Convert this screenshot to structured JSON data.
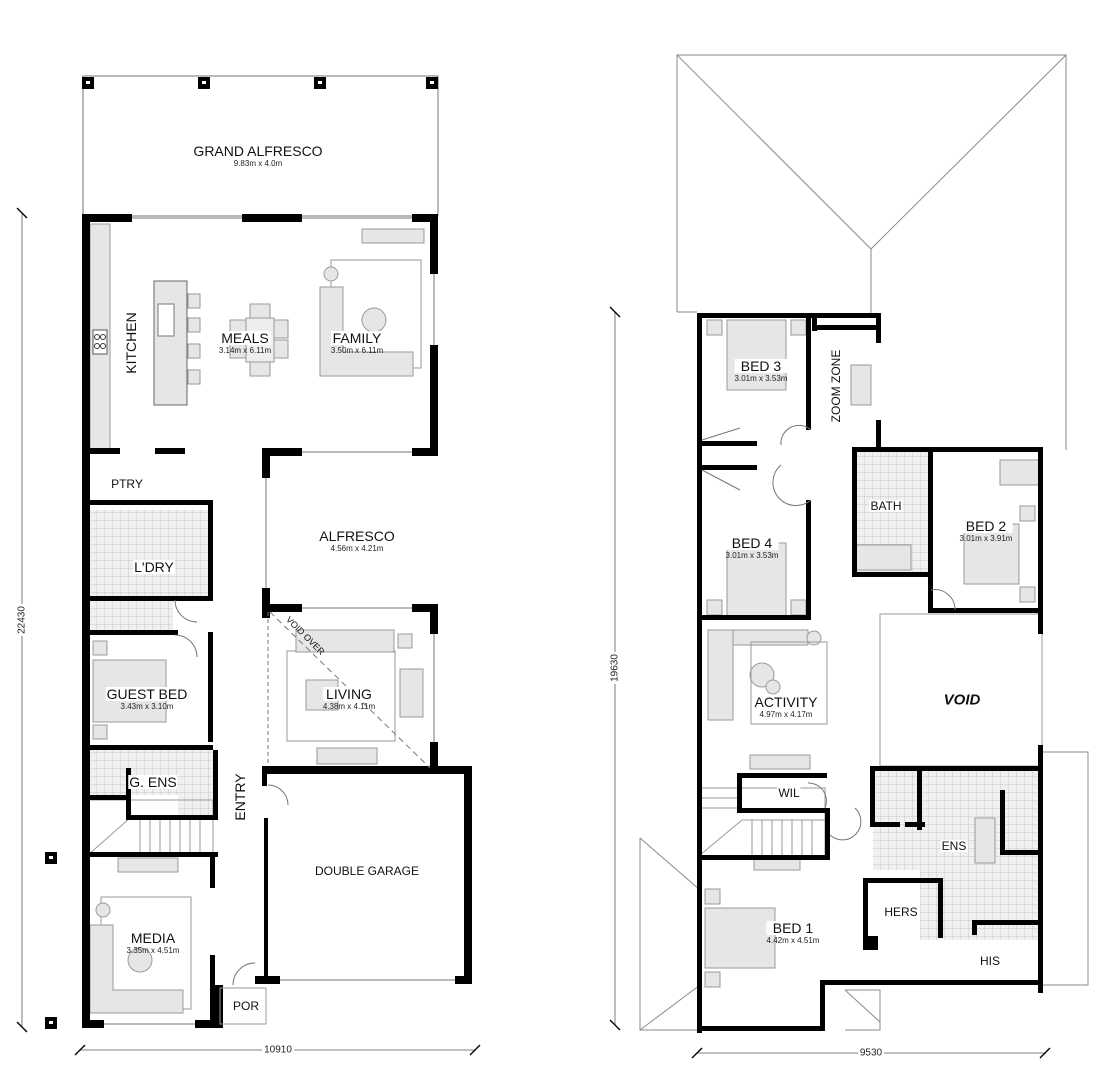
{
  "ground_floor": {
    "rooms": [
      {
        "id": "grand-alfresco",
        "name": "GRAND ALFRESCO",
        "dims": "9.83m x 4.0m"
      },
      {
        "id": "kitchen",
        "name": "KITCHEN",
        "dims": ""
      },
      {
        "id": "meals",
        "name": "MEALS",
        "dims": "3.14m x 6.11m"
      },
      {
        "id": "family",
        "name": "FAMILY",
        "dims": "3.50m x 6.11m"
      },
      {
        "id": "pantry",
        "name": "PTRY",
        "dims": ""
      },
      {
        "id": "alfresco",
        "name": "ALFRESCO",
        "dims": "4.56m x 4.21m"
      },
      {
        "id": "laundry",
        "name": "L'DRY",
        "dims": ""
      },
      {
        "id": "guest-bed",
        "name": "GUEST BED",
        "dims": "3.43m x 3.10m"
      },
      {
        "id": "living",
        "name": "LIVING",
        "dims": "4.38m x 4.11m"
      },
      {
        "id": "g-ens",
        "name": "G. ENS",
        "dims": ""
      },
      {
        "id": "entry",
        "name": "ENTRY",
        "dims": ""
      },
      {
        "id": "double-garage",
        "name": "DOUBLE GARAGE",
        "dims": ""
      },
      {
        "id": "media",
        "name": "MEDIA",
        "dims": "3.35m x 4.51m"
      },
      {
        "id": "porch",
        "name": "POR",
        "dims": ""
      }
    ],
    "annotations": {
      "void_over": "VOID OVER"
    },
    "dimensions": {
      "width": "10910",
      "depth": "22430"
    }
  },
  "upper_floor": {
    "rooms": [
      {
        "id": "bed-3",
        "name": "BED 3",
        "dims": "3.01m x 3.53m"
      },
      {
        "id": "zoom-zone",
        "name": "ZOOM ZONE",
        "dims": ""
      },
      {
        "id": "bath",
        "name": "BATH",
        "dims": ""
      },
      {
        "id": "bed-2",
        "name": "BED 2",
        "dims": "3.01m x 3.91m"
      },
      {
        "id": "bed-4",
        "name": "BED 4",
        "dims": "3.01m x 3.53m"
      },
      {
        "id": "activity",
        "name": "ACTIVITY",
        "dims": "4.97m x 4.17m"
      },
      {
        "id": "void",
        "name": "VOID",
        "dims": ""
      },
      {
        "id": "wil",
        "name": "WIL",
        "dims": ""
      },
      {
        "id": "ens",
        "name": "ENS",
        "dims": ""
      },
      {
        "id": "hers",
        "name": "HERS",
        "dims": ""
      },
      {
        "id": "bed-1",
        "name": "BED 1",
        "dims": "4.42m x 4.51m"
      },
      {
        "id": "his",
        "name": "HIS",
        "dims": ""
      }
    ],
    "dimensions": {
      "width": "9530",
      "depth": "19630"
    }
  },
  "colors": {
    "wall": "#000000",
    "furniture": "#e6e6e6",
    "furniture_stroke": "#9a9a9a",
    "roof_line": "#9a9a9a",
    "tile": "#c8c8c8"
  }
}
